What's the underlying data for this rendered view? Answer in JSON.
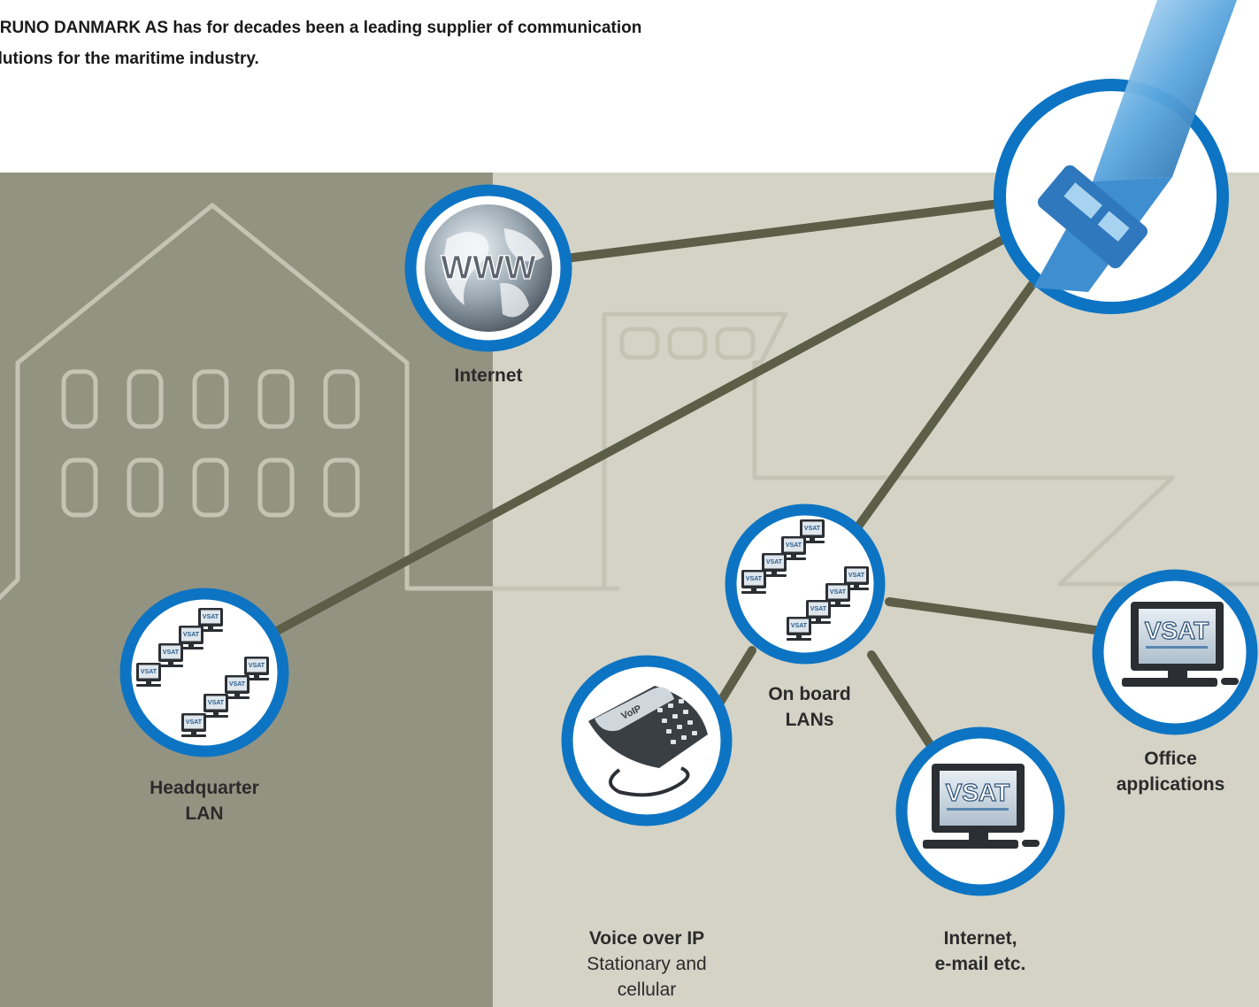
{
  "intro": {
    "line1": "URUNO DANMARK AS has for decades been a leading supplier of communication",
    "line2": "olutions for the maritime industry."
  },
  "colors": {
    "left_panel": "#939382",
    "right_panel": "#d4d3c6",
    "connector": "#5d5e48",
    "node_ring": "#0d74c3",
    "outline": "#c5c4b4"
  },
  "nodes": {
    "internet": {
      "title": "Internet",
      "icon": "globe-www-icon",
      "icon_text": "WWW"
    },
    "satellite": {
      "icon": "satellite-icon"
    },
    "headquarter": {
      "title_line1": "Headquarter",
      "title_line2": "LAN",
      "icon": "vsat-computers-icon"
    },
    "onboard": {
      "title_line1": "On board",
      "title_line2": "LANs",
      "icon": "vsat-computers-icon"
    },
    "office": {
      "title_line1": "Office",
      "title_line2": "applications",
      "icon": "vsat-monitor-icon",
      "monitor_text": "VSAT"
    },
    "email": {
      "title_line1": "Internet,",
      "title_line2": "e-mail etc.",
      "icon": "vsat-monitor-icon",
      "monitor_text": "VSAT"
    },
    "voip": {
      "title": "Voice over IP",
      "sub1": "Stationary and",
      "sub2": "cellular",
      "icon": "voip-phone-icon",
      "phone_text": "VoIP"
    }
  },
  "mini_monitor_text": "VSAT"
}
